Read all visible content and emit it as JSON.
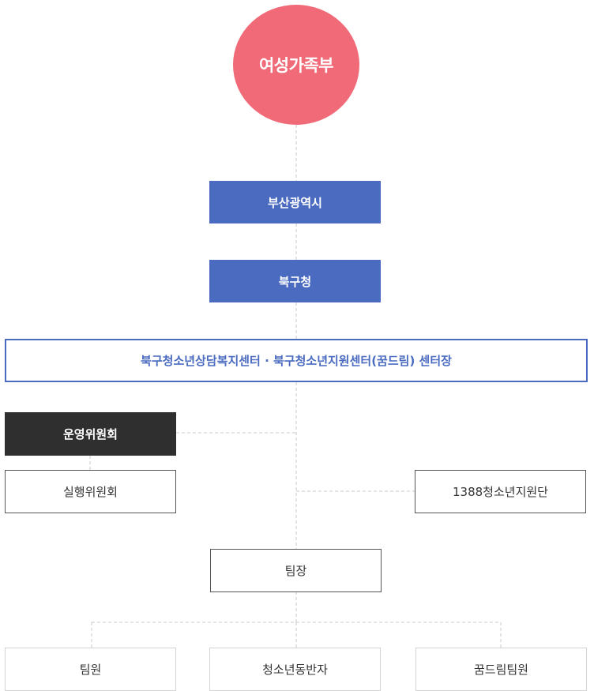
{
  "org": {
    "ministry": "여성가족부",
    "city": "부산광역시",
    "district": "북구청",
    "director": "북구청소년상담복지센터 · 북구청소년지원센터(꿈드림) 센터장",
    "steering_committee": "운영위원회",
    "executive_committee": "실행위원회",
    "support_group": "1388청소년지원단",
    "team_leader": "팀장",
    "members": [
      "팀원",
      "청소년동반자",
      "꿈드림팀원"
    ]
  },
  "colors": {
    "ministry_bg": "#f06a78",
    "government_bg": "#4a6bc0",
    "committee_bg": "#2f2f2f",
    "connector": "#c8c8c8"
  }
}
